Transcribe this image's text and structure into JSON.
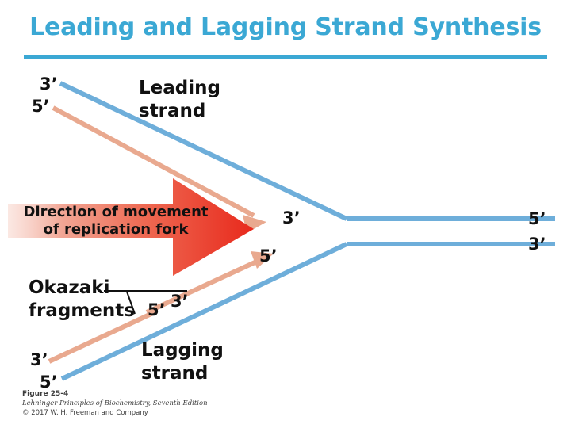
{
  "slide": {
    "title": "Leading and Lagging Strand Synthesis",
    "title_color": "#3BA8D4",
    "rule_color": "#3BA8D4",
    "background": "#ffffff"
  },
  "figure": {
    "template_strand_color": "#6EAEDA",
    "new_strand_color": "#E9A98F",
    "fork_arrow_color_dark": "#E8291C",
    "fork_arrow_color_light": "#F7C9BE",
    "leader_line_color": "#111111",
    "labels": {
      "leading_strand": "Leading\nstrand",
      "leading_strand_line1": "Leading",
      "leading_strand_line2": "strand",
      "lagging_strand_line1": "Lagging",
      "lagging_strand_line2": "strand",
      "okazaki_line1": "Okazaki",
      "okazaki_line2": "fragments",
      "fork_arrow_line1": "Direction of movement",
      "fork_arrow_line2": "of replication fork",
      "top_left_three_prime": "3’",
      "top_left_five_prime": "5’",
      "leading_end_three_prime": "3’",
      "fork_five_prime": "5’",
      "okazaki_five_prime": "5’",
      "okazaki_three_prime": "3’",
      "bottom_left_three_prime": "3’",
      "bottom_left_five_prime": "5’",
      "right_top_five_prime": "5’",
      "right_bottom_three_prime": "3’"
    }
  },
  "credit": {
    "figure_number": "Figure 25-4",
    "source": "Lehninger Principles of Biochemistry, Seventh Edition",
    "copyright": "© 2017 W. H. Freeman and Company"
  }
}
